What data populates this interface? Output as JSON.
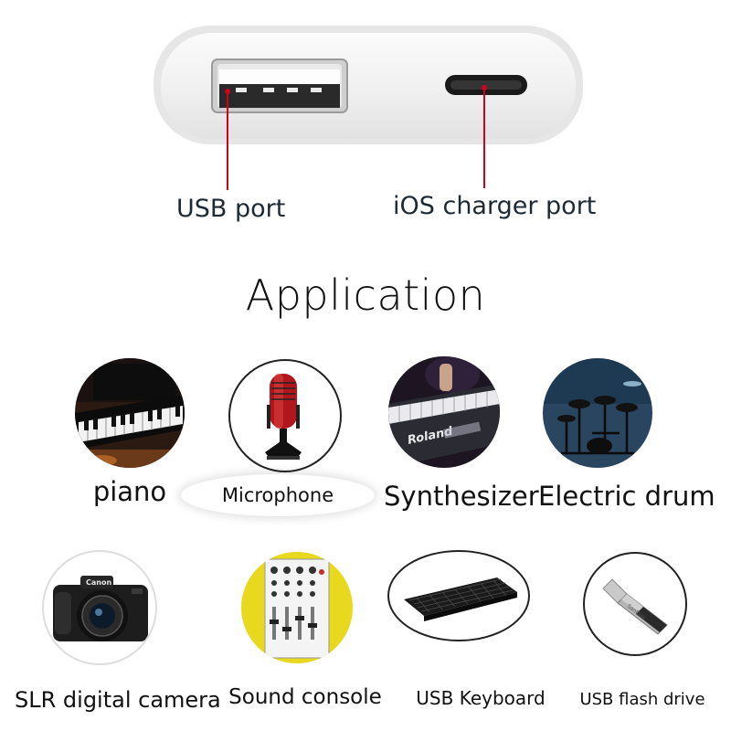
{
  "ports": {
    "usb_label": "USB port",
    "ios_label": "iOS charger port",
    "indicator_color": "#d0021b"
  },
  "section_title": "Application",
  "applications": [
    {
      "label": "piano",
      "icon": "piano-icon"
    },
    {
      "label": "Microphone",
      "icon": "microphone-icon"
    },
    {
      "label": "Synthesizer",
      "icon": "synthesizer-icon",
      "brand_text": "Roland"
    },
    {
      "label": "Electric drum",
      "icon": "electric-drum-icon"
    },
    {
      "label": "SLR digital camera",
      "icon": "camera-icon",
      "brand_text": "Canon"
    },
    {
      "label": "Sound console",
      "icon": "sound-console-icon"
    },
    {
      "label": "USB Keyboard",
      "icon": "keyboard-icon"
    },
    {
      "label": "USB flash drive",
      "icon": "usb-flash-drive-icon",
      "brand_text": "SanDisk"
    }
  ]
}
